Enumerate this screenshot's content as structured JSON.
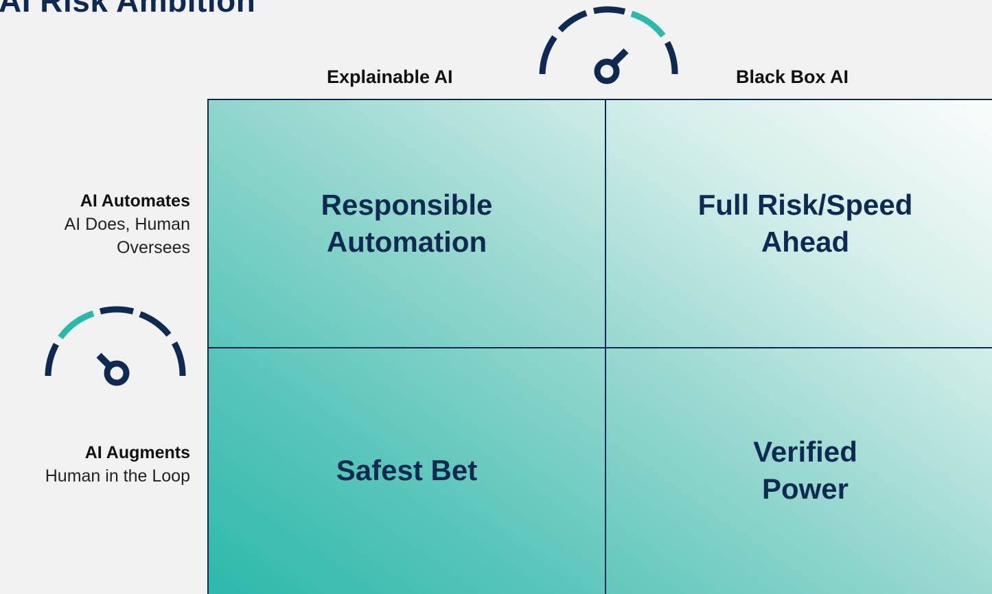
{
  "title": "AI Risk Ambition",
  "columns": {
    "left": "Explainable AI",
    "right": "Black Box AI"
  },
  "rows": {
    "top": {
      "label": "AI Automates",
      "sub": "AI Does, Human Oversees"
    },
    "bottom": {
      "label": "AI Augments",
      "sub": "Human in the Loop"
    }
  },
  "quadrants": {
    "top_left": [
      "Responsible",
      "Automation"
    ],
    "top_right": [
      "Full Risk/Speed",
      "Ahead"
    ],
    "bottom_left": [
      "Safest Bet"
    ],
    "bottom_right": [
      "Verified",
      "Power"
    ]
  },
  "colors": {
    "navy": "#0f2a52",
    "teal": "#2bb9aa",
    "background": "#f2f2f2"
  },
  "icons": {
    "top_gauge": "speedometer-gauge-icon",
    "left_gauge": "speedometer-gauge-icon"
  }
}
